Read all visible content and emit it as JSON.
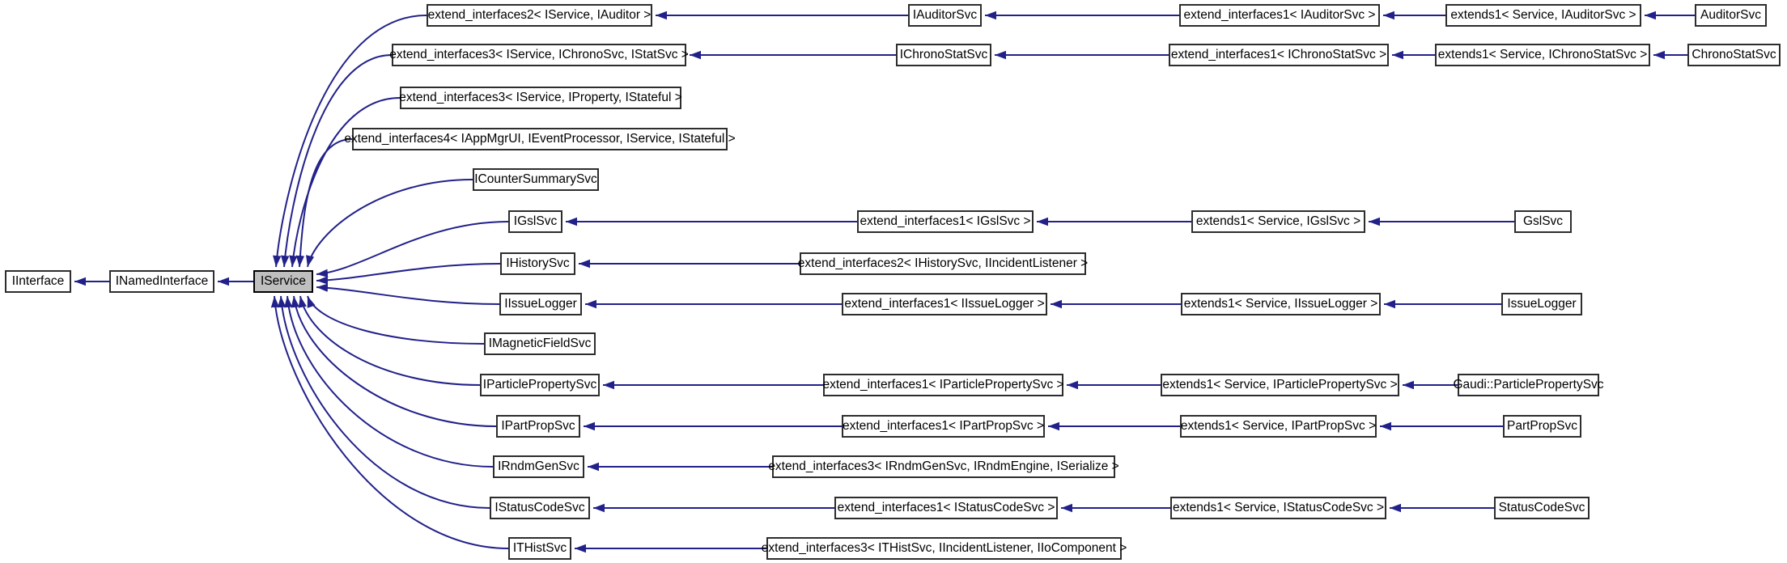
{
  "colors": {
    "edge": "#22218a",
    "node_border": "#2d2d2d",
    "node_fill": "#ffffff",
    "highlight_fill": "#bfbfbf",
    "text": "#000000"
  },
  "nodes": {
    "iinterface": "IInterface",
    "inamedinterface": "INamedInterface",
    "iservice": "IService",
    "ei2_auditor": "extend_interfaces2< IService, IAuditor >",
    "iauditorsvc": "IAuditorSvc",
    "ei1_iauditorsvc": "extend_interfaces1< IAuditorSvc >",
    "ex1_auditorsvc": "extends1< Service, IAuditorSvc >",
    "auditorsvc": "AuditorSvc",
    "ei3_chrono": "extend_interfaces3< IService, IChronoSvc, IStatSvc >",
    "ichronostatsvc": "IChronoStatSvc",
    "ei1_ichronostatsvc": "extend_interfaces1< IChronoStatSvc >",
    "ex1_chronostatsvc": "extends1< Service, IChronoStatSvc >",
    "chronostatsvc": "ChronoStatSvc",
    "ei3_property": "extend_interfaces3< IService, IProperty, IStateful >",
    "ei4_appmgr": "extend_interfaces4< IAppMgrUI, IEventProcessor, IService, IStateful >",
    "icountersummarysvc": "ICounterSummarySvc",
    "igslsvc": "IGslSvc",
    "ei1_igslsvc": "extend_interfaces1< IGslSvc >",
    "ex1_gslsvc": "extends1< Service, IGslSvc >",
    "gslsvc": "GslSvc",
    "ihistorysvc": "IHistorySvc",
    "ei2_history": "extend_interfaces2< IHistorySvc, IIncidentListener >",
    "iissuelogger": "IIssueLogger",
    "ei1_iissuelogger": "extend_interfaces1< IIssueLogger >",
    "ex1_issuelogger": "extends1< Service, IIssueLogger >",
    "issuelogger": "IssueLogger",
    "imagneticfieldsvc": "IMagneticFieldSvc",
    "iparticlepropertysvc": "IParticlePropertySvc",
    "ei1_iparticlepropertysvc": "extend_interfaces1< IParticlePropertySvc >",
    "ex1_particlepropertysvc": "extends1< Service, IParticlePropertySvc >",
    "gaudi_particlepropertysvc": "Gaudi::ParticlePropertySvc",
    "ipartpropsvc": "IPartPropSvc",
    "ei1_ipartpropsvc": "extend_interfaces1< IPartPropSvc >",
    "ex1_partpropsvc": "extends1< Service, IPartPropSvc >",
    "partpropsvc": "PartPropSvc",
    "irndmgensvc": "IRndmGenSvc",
    "ei3_rndm": "extend_interfaces3< IRndmGenSvc, IRndmEngine, ISerialize >",
    "istatuscodesvc": "IStatusCodeSvc",
    "ei1_istatuscodesvc": "extend_interfaces1< IStatusCodeSvc >",
    "ex1_statuscodesvc": "extends1< Service, IStatusCodeSvc >",
    "statuscodesvc": "StatusCodeSvc",
    "ithistsvc": "ITHistSvc",
    "ei3_thist": "extend_interfaces3< ITHistSvc, IIncidentListener, IIoComponent >"
  }
}
